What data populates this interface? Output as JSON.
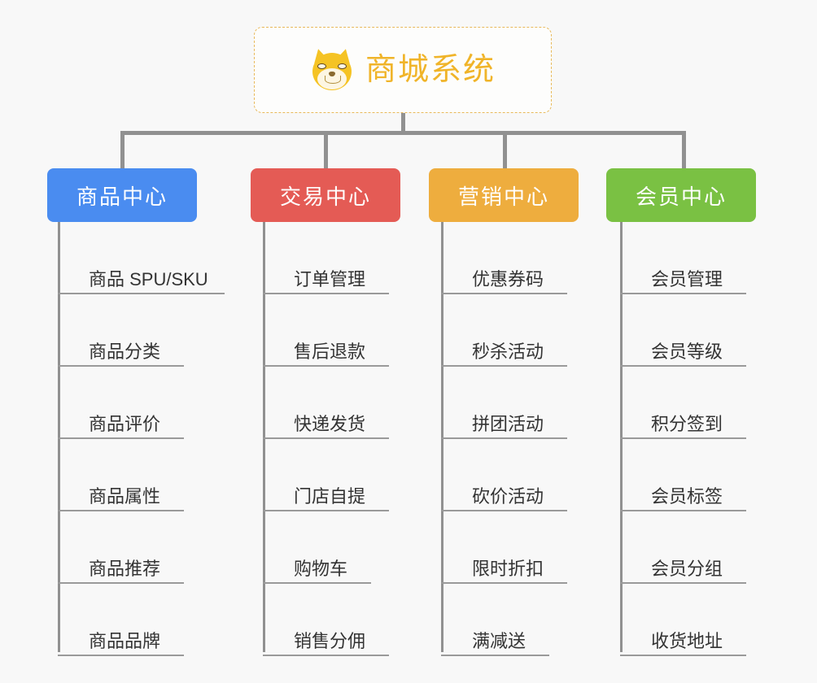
{
  "diagram": {
    "type": "mind-map",
    "background_color": "#f8f8f8",
    "root": {
      "title": "商城系统",
      "icon": "shiba-inu-dog-face",
      "text_color": "#f0b429",
      "border_color": "#e8b95a",
      "border_style": "dashed"
    },
    "connector_color": "#919191",
    "branches": [
      {
        "label": "商品中心",
        "color": "#4a8cf0",
        "items": [
          "商品 SPU/SKU",
          "商品分类",
          "商品评价",
          "商品属性",
          "商品推荐",
          "商品品牌"
        ]
      },
      {
        "label": "交易中心",
        "color": "#e45b55",
        "items": [
          "订单管理",
          "售后退款",
          "快递发货",
          "门店自提",
          "购物车",
          "销售分佣"
        ]
      },
      {
        "label": "营销中心",
        "color": "#eead3e",
        "items": [
          "优惠券码",
          "秒杀活动",
          "拼团活动",
          "砍价活动",
          "限时折扣",
          "满减送"
        ]
      },
      {
        "label": "会员中心",
        "color": "#7ac143",
        "items": [
          "会员管理",
          "会员等级",
          "积分签到",
          "会员标签",
          "会员分组",
          "收货地址"
        ]
      }
    ]
  }
}
